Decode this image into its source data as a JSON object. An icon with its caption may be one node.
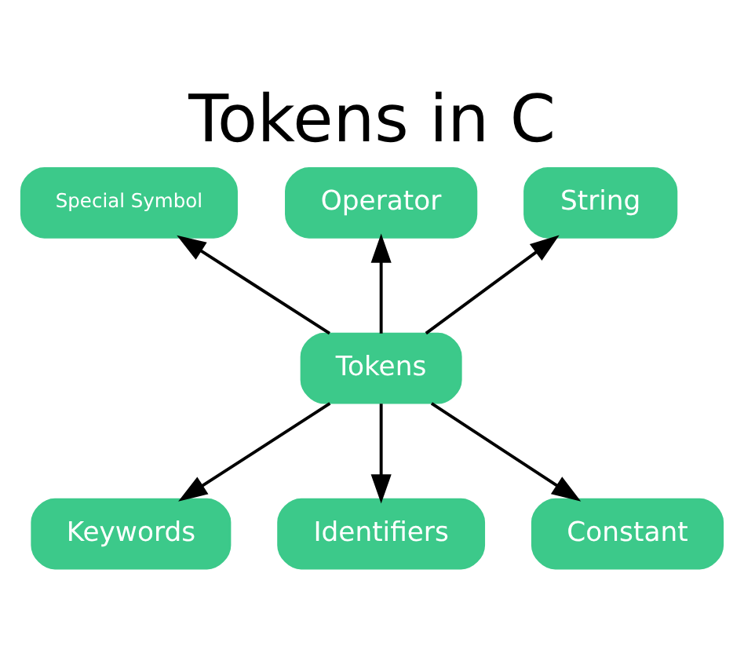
{
  "diagram": {
    "title": "Tokens in C",
    "nodes": [
      {
        "text": [
          "Tokens"
        ]
      },
      {
        "text": [
          "Special Symbol"
        ]
      },
      {
        "text": [
          "Operator"
        ]
      },
      {
        "text": [
          "String"
        ]
      },
      {
        "text": [
          "Keywords"
        ]
      },
      {
        "text": [
          "Identifiers"
        ]
      },
      {
        "text": [
          "Constant"
        ]
      }
    ],
    "edges": [
      {
        "from": 0,
        "to": 1,
        "arrow": "to"
      },
      {
        "from": 0,
        "to": 2,
        "arrow": "to"
      },
      {
        "from": 0,
        "to": 3,
        "arrow": "to"
      },
      {
        "from": 0,
        "to": 4,
        "arrow": "to"
      },
      {
        "from": 0,
        "to": 5,
        "arrow": "to"
      },
      {
        "from": 0,
        "to": 6,
        "arrow": "to"
      }
    ]
  }
}
